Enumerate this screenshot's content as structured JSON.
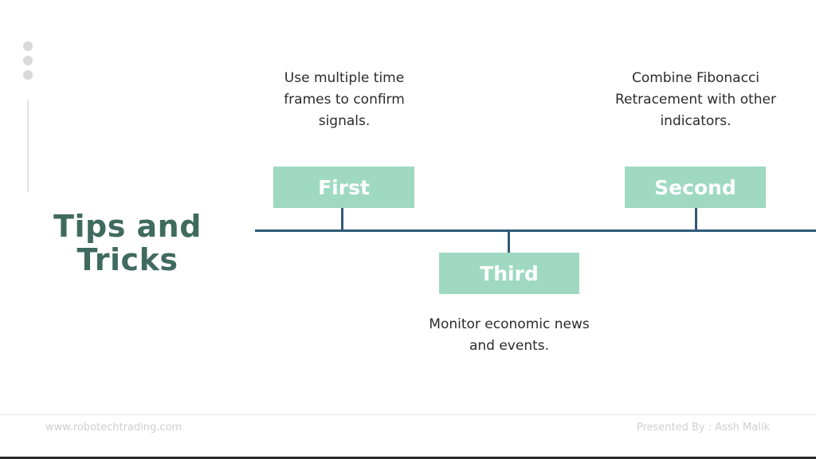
{
  "slide": {
    "title_line1": "Tips and",
    "title_line2": "Tricks"
  },
  "timeline": {
    "items": [
      {
        "label": "First",
        "desc_lines": [
          "Use multiple time",
          "frames to confirm",
          "signals."
        ]
      },
      {
        "label": "Second",
        "desc_lines": [
          "Combine Fibonacci",
          "Retracement with other",
          "indicators."
        ]
      },
      {
        "label": "Third",
        "desc_lines": [
          "Monitor economic news",
          "and events."
        ]
      }
    ]
  },
  "footer": {
    "website": "www.robotechtrading.com",
    "presenter": "Presented By : Assh Malik"
  },
  "colors": {
    "title": "#3f6b5e",
    "box": "#9fd9c2",
    "line": "#2f5a78"
  }
}
